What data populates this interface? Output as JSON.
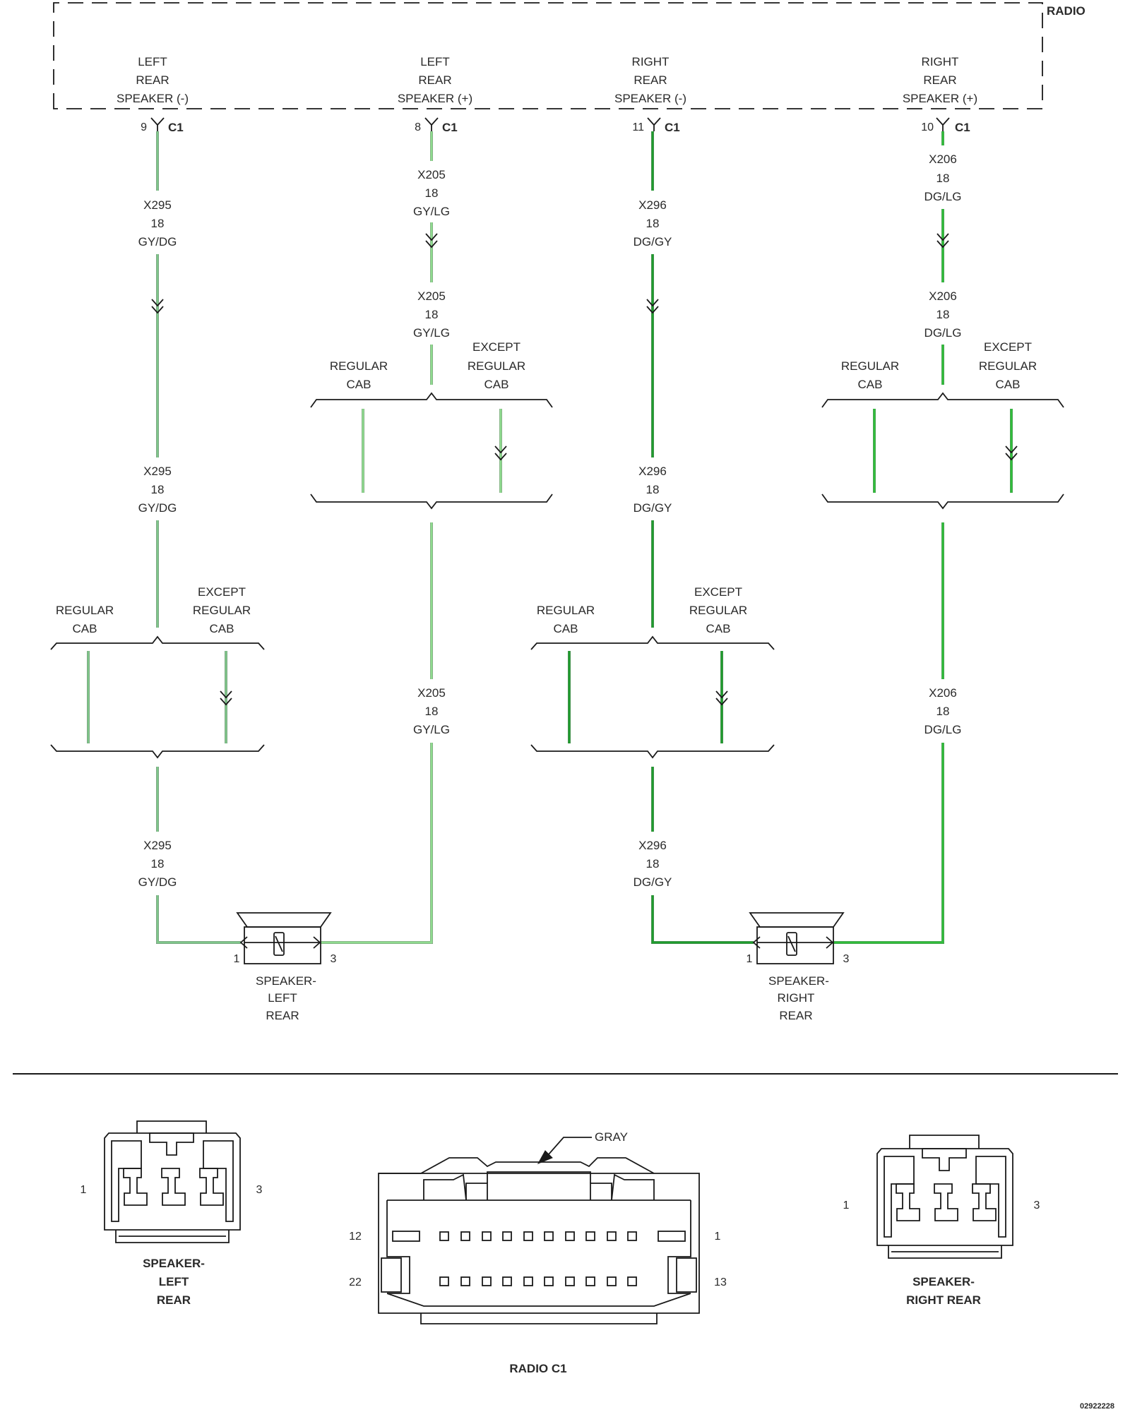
{
  "radio": {
    "title": "RADIO",
    "connector": "C1",
    "outputs": [
      {
        "lines": [
          "LEFT",
          "REAR",
          "SPEAKER (-)"
        ],
        "pin": "9"
      },
      {
        "lines": [
          "LEFT",
          "REAR",
          "SPEAKER (+)"
        ],
        "pin": "8"
      },
      {
        "lines": [
          "RIGHT",
          "REAR",
          "SPEAKER (-)"
        ],
        "pin": "11"
      },
      {
        "lines": [
          "RIGHT",
          "REAR",
          "SPEAKER (+)"
        ],
        "pin": "10"
      }
    ]
  },
  "circuits": {
    "x295": {
      "lines": [
        "X295",
        "18",
        "GY/DG"
      ],
      "color": "#7fc78a"
    },
    "x205": {
      "lines": [
        "X205",
        "18",
        "GY/LG"
      ],
      "color": "#8fdc8f"
    },
    "x296": {
      "lines": [
        "X296",
        "18",
        "DG/GY"
      ],
      "color": "#1f9e2e"
    },
    "x206": {
      "lines": [
        "X206",
        "18",
        "DG/LG"
      ],
      "color": "#2fbf3a"
    }
  },
  "options": {
    "regular": [
      "REGULAR",
      "CAB"
    ],
    "except": [
      "EXCEPT",
      "REGULAR",
      "CAB"
    ]
  },
  "speakers": {
    "left": {
      "lines": [
        "SPEAKER-",
        "LEFT",
        "REAR"
      ],
      "pin_a": "1",
      "pin_b": "3"
    },
    "right": {
      "lines": [
        "SPEAKER-",
        "RIGHT",
        "REAR"
      ],
      "pin_a": "1",
      "pin_b": "3"
    }
  },
  "connector_views": {
    "left_speaker": {
      "lines": [
        "SPEAKER-",
        "LEFT",
        "REAR"
      ],
      "pin_left": "1",
      "pin_right": "3"
    },
    "radio_c1": {
      "title": "RADIO C1",
      "color_label": "GRAY",
      "pins": {
        "top_left": "12",
        "top_right": "1",
        "bottom_left": "22",
        "bottom_right": "13"
      }
    },
    "right_speaker": {
      "lines": [
        "SPEAKER-",
        "RIGHT REAR"
      ],
      "pin_left": "1",
      "pin_right": "3"
    }
  },
  "figure_id": "02922228"
}
